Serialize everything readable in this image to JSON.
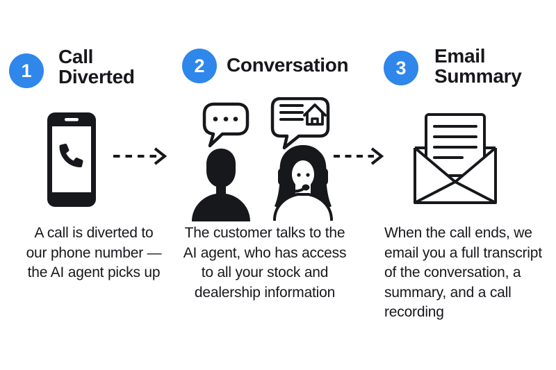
{
  "colors": {
    "accent": "#2f86eb",
    "ink": "#17181c",
    "background": "#ffffff"
  },
  "steps": [
    {
      "number": "1",
      "title_lines": [
        "Call",
        "Diverted"
      ],
      "icons": {
        "main": "smartphone-call-icon"
      },
      "description_lines": [
        "A call is diverted to",
        "our phone number —",
        "the AI agent picks up"
      ]
    },
    {
      "number": "2",
      "title_lines": [
        "Conversation"
      ],
      "icons": {
        "customer_bubble": "chat-bubble-dots-icon",
        "customer": "customer-silhouette-icon",
        "agent_bubble": "chat-bubble-house-info-icon",
        "agent": "support-agent-headset-icon"
      },
      "description_lines": [
        "The customer talks to the",
        "AI agent, who has access",
        "to all your stock and",
        "dealership information"
      ]
    },
    {
      "number": "3",
      "title_lines": [
        "Email",
        "Summary"
      ],
      "icons": {
        "main": "open-envelope-letter-icon"
      },
      "description_lines": [
        "When the call ends, we",
        "email you a full transcript",
        "of the conversation, a",
        "summary, and a call",
        "recording"
      ]
    }
  ],
  "arrows": [
    {
      "name": "dashed-arrow-step1-to-step2",
      "direction": "right",
      "style": "dashed"
    },
    {
      "name": "dashed-arrow-step2-to-step3",
      "direction": "right",
      "style": "dashed"
    }
  ]
}
